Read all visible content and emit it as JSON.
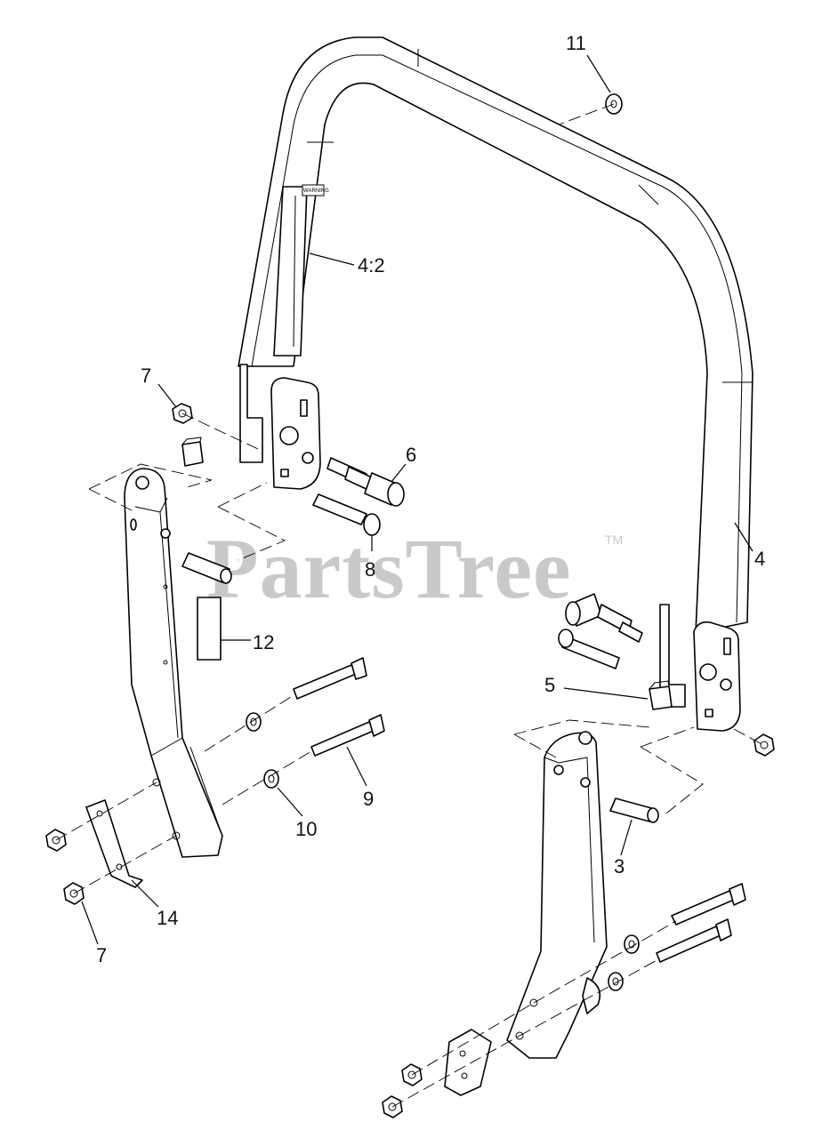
{
  "watermark": {
    "brand": "PartsTree",
    "trademark": "TM"
  },
  "decal_text": "WARNING",
  "callouts": [
    {
      "id": "c11",
      "label": "11"
    },
    {
      "id": "c42",
      "label": "4:2"
    },
    {
      "id": "c7a",
      "label": "7"
    },
    {
      "id": "c6",
      "label": "6"
    },
    {
      "id": "c8",
      "label": "8"
    },
    {
      "id": "c4",
      "label": "4"
    },
    {
      "id": "c12",
      "label": "12"
    },
    {
      "id": "c5",
      "label": "5"
    },
    {
      "id": "c9",
      "label": "9"
    },
    {
      "id": "c10",
      "label": "10"
    },
    {
      "id": "c3",
      "label": "3"
    },
    {
      "id": "c14",
      "label": "14"
    },
    {
      "id": "c7b",
      "label": "7"
    }
  ]
}
